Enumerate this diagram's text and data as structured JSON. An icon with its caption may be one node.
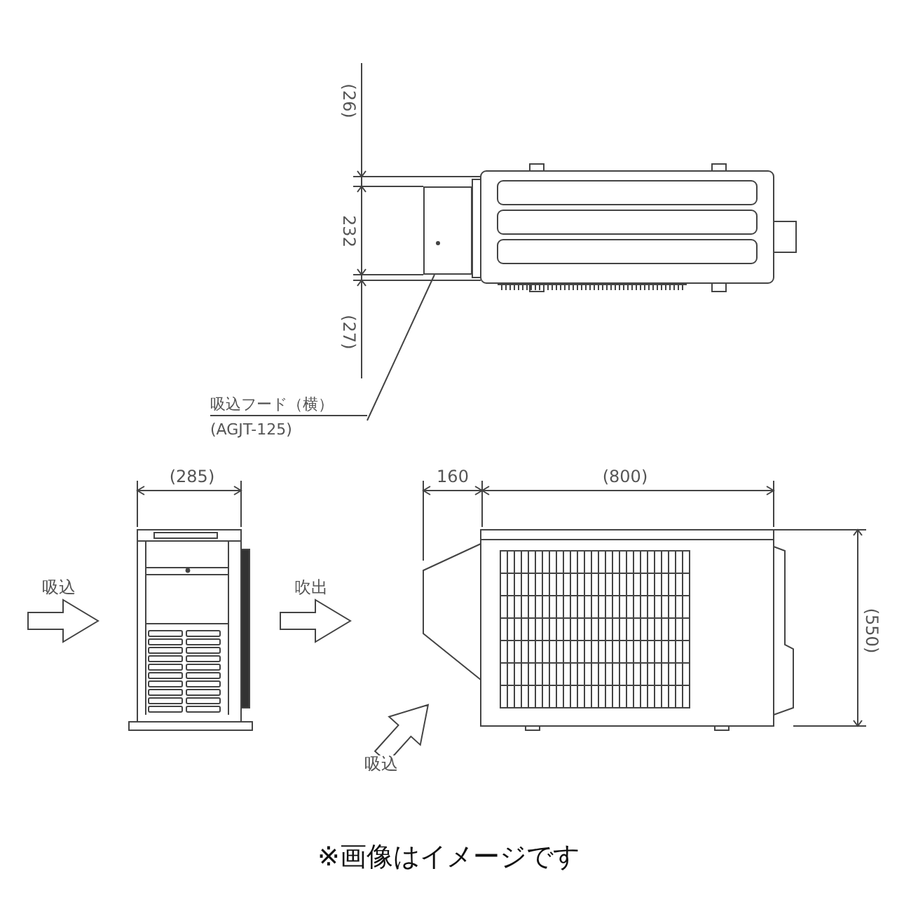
{
  "diagram": {
    "caption": "※画像はイメージです",
    "nodes": [
      {
        "text": [
          "吸込フード（横）",
          "(AGJT-125)"
        ]
      },
      {
        "text": [],
        "shape": "box"
      }
    ],
    "edges": [
      {
        "from": 0,
        "to": 1,
        "arrow": "none"
      }
    ],
    "labels": [
      "(26)",
      "232",
      "(27)",
      "(285)",
      "吸込",
      "吹出",
      "160",
      "(800)",
      "(550)",
      "吸込"
    ]
  }
}
